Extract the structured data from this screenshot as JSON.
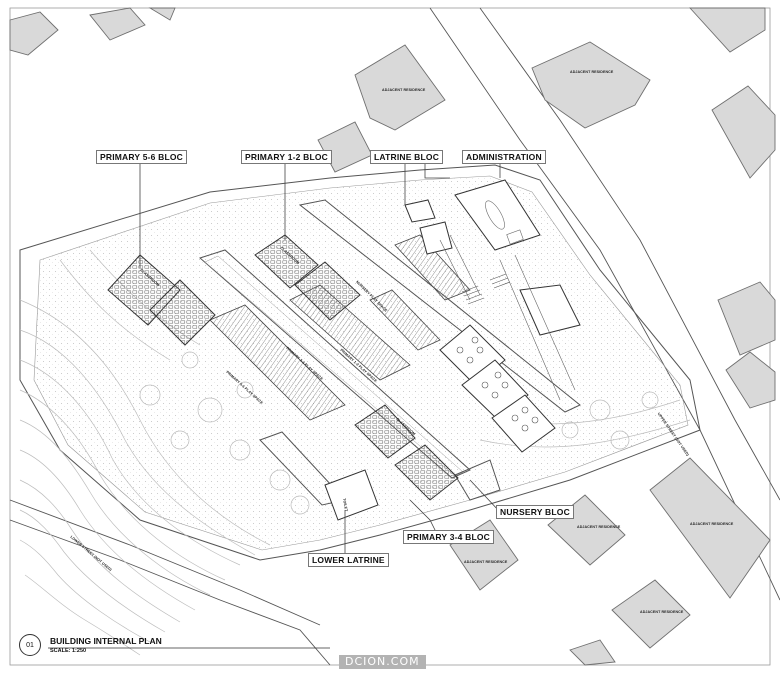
{
  "labels": {
    "primary56": "PRIMARY 5-6 BLOC",
    "primary12": "PRIMARY 1-2 BLOC",
    "latrine": "LATRINE BLOC",
    "administration": "ADMINISTRATION",
    "nursery": "NURSERY BLOC",
    "primary34": "PRIMARY 3-4 BLOC",
    "lower_latrine": "LOWER LATRINE"
  },
  "small_text": {
    "adjacent_residence": "ADJACENT RESIDENCE",
    "upper_street": "UPPER STREET (NOT USED)",
    "lower_street": "LOWER STREET (NOT USED)",
    "play_space_56": "PRIMARY 5-6 PLAY SPACE",
    "play_space_34": "PRIMARY 3-4 PLAY SPACE",
    "play_space_12": "PRIMARY 1-2 PLAY SPACE",
    "nursery_play": "NURSERY PLAY SPACE",
    "classroom": "CLASSROOM",
    "toilet": "TOILET"
  },
  "title": {
    "number": "01",
    "name": "BUILDING INTERNAL PLAN",
    "scale": "SCALE:  1:250"
  },
  "watermark": "DCION.COM",
  "colors": {
    "residence_fill": "#d9d9d9",
    "residence_stroke": "#6f6f6f",
    "line": "#555555",
    "contour": "#bdbdbd"
  }
}
